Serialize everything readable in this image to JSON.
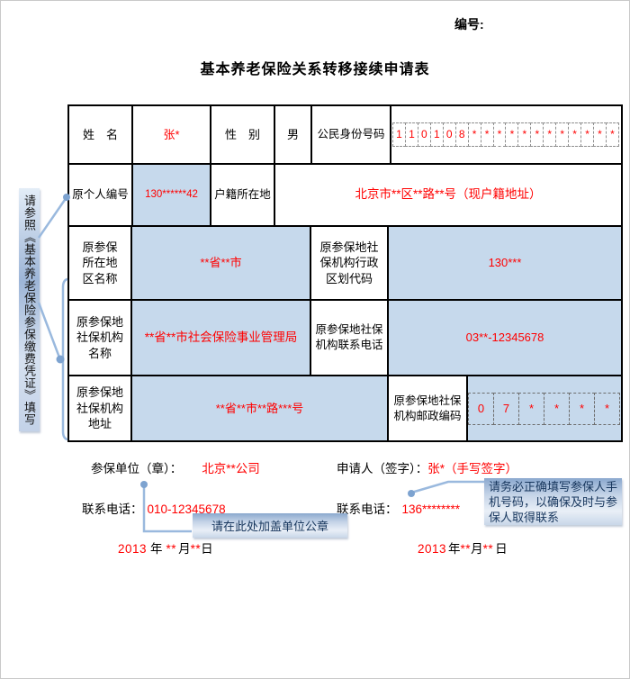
{
  "header": {
    "doc_number_label": "编号:",
    "title": "基本养老保险关系转移接续申请表"
  },
  "table": {
    "name_label": "姓　名",
    "name_value": "张*",
    "gender_label": "性　别",
    "gender_value": "男",
    "id_label": "公民身份号码",
    "id_digits": [
      "1",
      "1",
      "0",
      "1",
      "0",
      "8",
      "*",
      "*",
      "*",
      "*",
      "*",
      "*",
      "*",
      "*",
      "*",
      "*",
      "*",
      "*"
    ],
    "personal_no_label": "原个人编号",
    "personal_no_value": "130******42",
    "residence_label": "户籍所在地",
    "residence_value": "北京市**区**路**号（现户籍地址）",
    "region_label": "原参保\n所在地\n区名称",
    "region_value": "**省**市",
    "admin_code_label": "原参保地社\n保机构行政\n区划代码",
    "admin_code_value": "130***",
    "agency_name_label": "原参保地\n社保机构\n名称",
    "agency_name_value": "**省**市社会保险事业管理局",
    "agency_phone_label": "原参保地社保\n机构联系电话",
    "agency_phone_value": "03**-12345678",
    "agency_addr_label": "原参保地\n社保机构\n地址",
    "agency_addr_value": "**省**市**路***号",
    "postal_label": "原参保地社保\n机构邮政编码",
    "postal_digits": [
      "0",
      "7",
      "*",
      "*",
      "*",
      "*"
    ]
  },
  "footer": {
    "unit_label": "参保单位（章）：",
    "unit_value": "北京**公司",
    "applicant_label": "申请人（签字）：",
    "applicant_value": "张*（手写签字）",
    "phone_left_label": "联系电话：",
    "phone_left_value": "010-12345678",
    "phone_right_label": "联系电话：",
    "phone_right_value": "136********",
    "date_left": [
      "2013",
      "年",
      "**",
      "月",
      "**",
      "日"
    ],
    "date_right": [
      "2013",
      "年",
      "**",
      "月",
      "**",
      "日"
    ]
  },
  "callouts": {
    "seal_note": "请在此处加盖单位公章",
    "phone_note": "请务必正确填写参保人手机号码，以确保及时与参保人取得联系",
    "sidebar_note": "请参照《基本养老保险参保缴费凭证》填写"
  },
  "colors": {
    "cell_blue": "#c6d9ec",
    "value_red": "#ff0000",
    "connector_blue": "#9ab9de"
  }
}
